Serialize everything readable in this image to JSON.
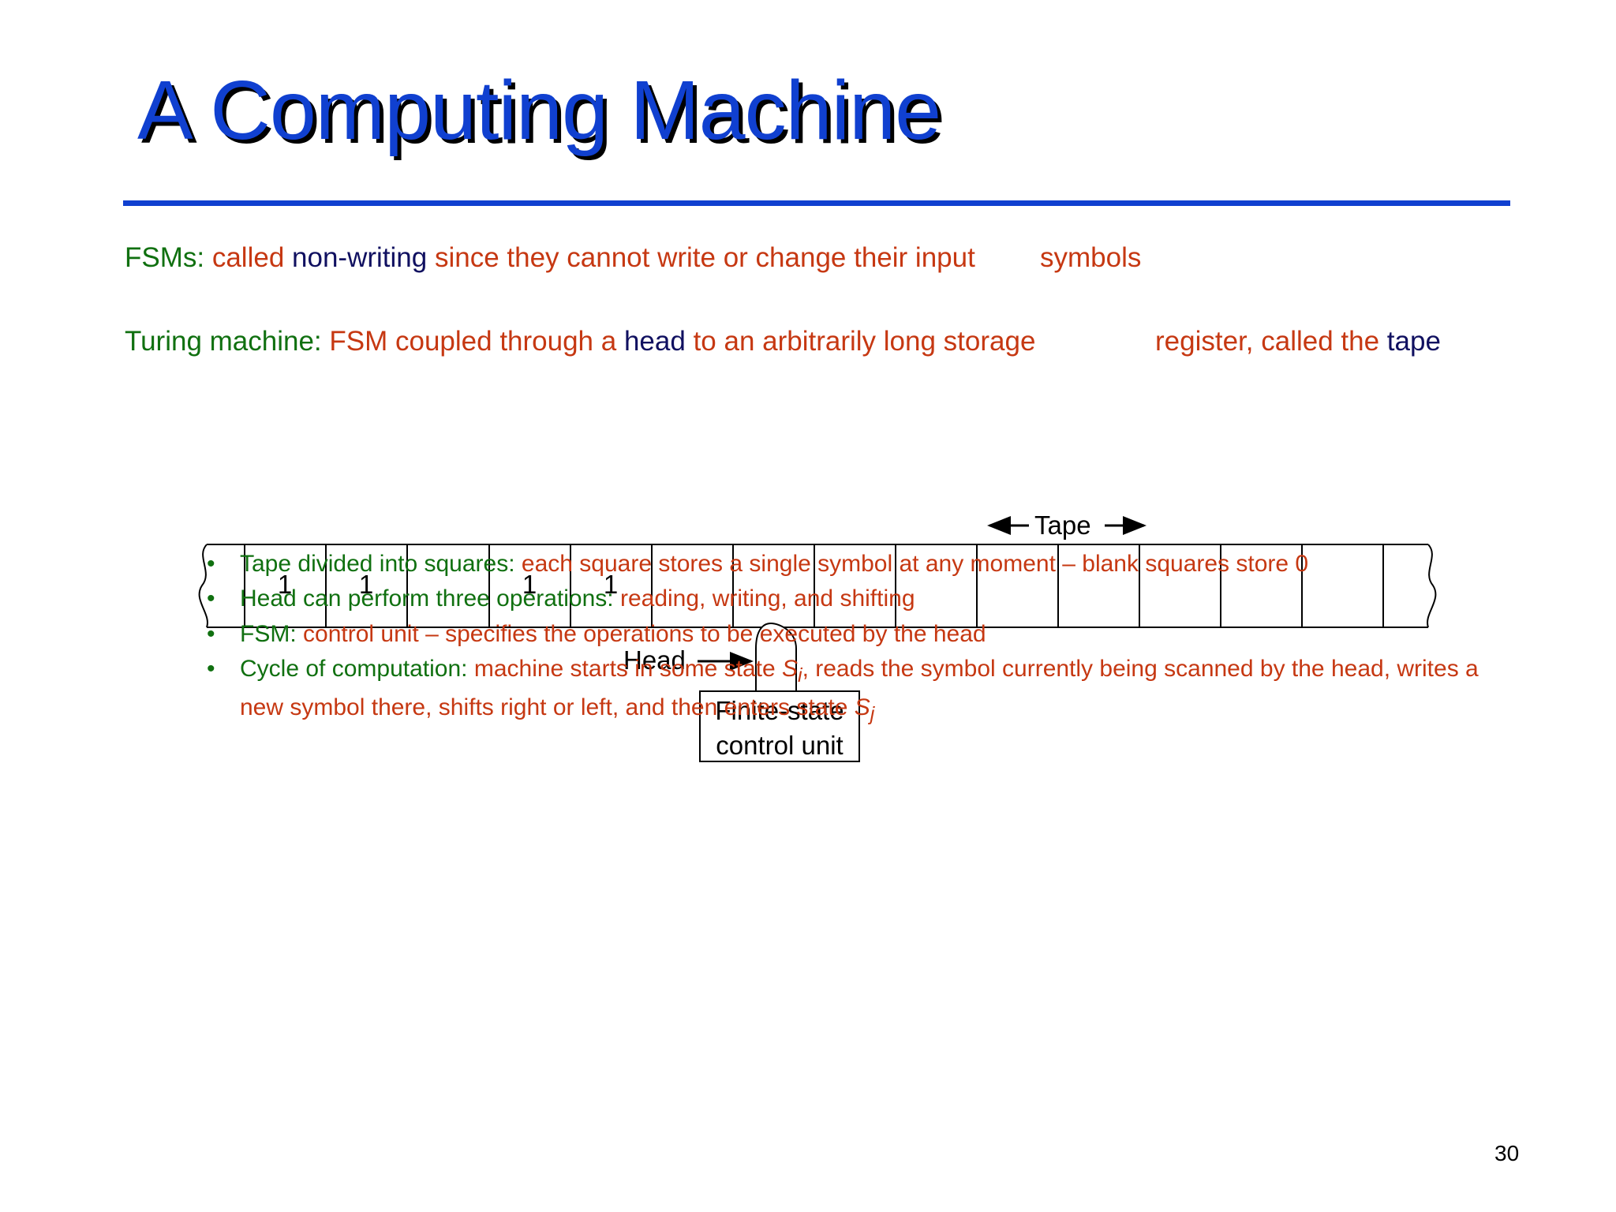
{
  "slide": {
    "title": "A Computing Machine",
    "page_number": "30"
  },
  "intro": {
    "fsm_line": {
      "term": "FSMs:",
      "part1": "called",
      "highlight": "non-writing",
      "part2": "since they cannot write or change their input",
      "part3": "symbols"
    },
    "turing_line": {
      "term": "Turing machine:",
      "part1": "FSM coupled through a",
      "highlight1": "head",
      "part2": "to an arbitrarily long storage",
      "part3": "register, called the",
      "highlight2": "tape"
    }
  },
  "diagram": {
    "tape_label": "Tape",
    "head_label": "Head",
    "control_unit_line1": "Finite-state",
    "control_unit_line2": "control unit",
    "tape_symbols": [
      "1",
      "1",
      "1",
      "1"
    ]
  },
  "bullets": [
    {
      "lead": "Tape divided into squares:",
      "rest": "each square stores a single symbol at any moment – blank squares store 0"
    },
    {
      "lead": "Head can perform three operations:",
      "rest": "reading, writing, and shifting"
    },
    {
      "lead": "FSM:",
      "rest": "control unit – specifies the operations to be executed by the head"
    },
    {
      "lead": "Cycle of computation:",
      "rest_a": "machine starts in some state",
      "state_i": "S",
      "sub_i": "i",
      "rest_b": ", reads the symbol currently being scanned by the head, writes a new symbol there, shifts right or left, and then enters state",
      "state_j": "S",
      "sub_j": "j"
    }
  ],
  "bullet_glyph": "•",
  "colors": {
    "title": "#1040d0",
    "term": "#107010",
    "body": "#c63812",
    "highlight": "#101060"
  }
}
